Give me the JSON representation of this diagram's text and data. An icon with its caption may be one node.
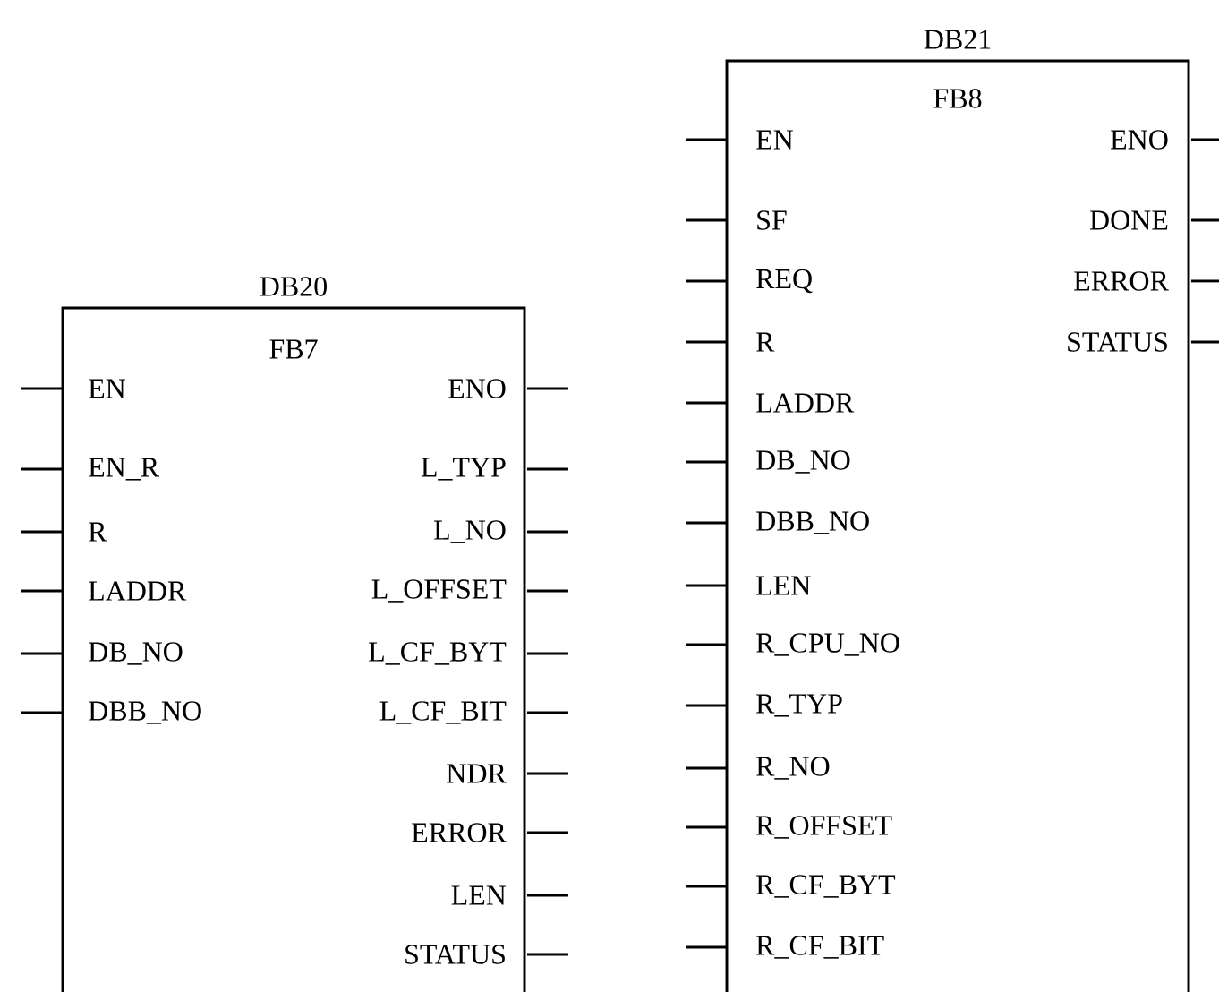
{
  "diagram": {
    "nodes": [
      {
        "text": [
          "DB20",
          "FB7"
        ]
      },
      {
        "text": [
          "EN"
        ],
        "in": 0
      },
      {
        "text": [
          "ENO"
        ],
        "in": 0
      },
      {
        "text": [
          "EN_R"
        ],
        "in": 0
      },
      {
        "text": [
          "L_TYP"
        ],
        "in": 0
      },
      {
        "text": [
          "R"
        ],
        "in": 0
      },
      {
        "text": [
          "L_NO"
        ],
        "in": 0
      },
      {
        "text": [
          "LADDR"
        ],
        "in": 0
      },
      {
        "text": [
          "L_OFFSET"
        ],
        "in": 0
      },
      {
        "text": [
          "DB_NO"
        ],
        "in": 0
      },
      {
        "text": [
          "L_CF_BYT"
        ],
        "in": 0
      },
      {
        "text": [
          "DBB_NO"
        ],
        "in": 0
      },
      {
        "text": [
          "L_CF_BIT"
        ],
        "in": 0
      },
      {
        "text": [
          "NDR"
        ],
        "in": 0
      },
      {
        "text": [
          "ERROR"
        ],
        "in": 0
      },
      {
        "text": [
          "LEN"
        ],
        "in": 0
      },
      {
        "text": [
          "STATUS"
        ],
        "in": 0
      },
      {
        "text": [
          "DB21",
          "FB8"
        ]
      },
      {
        "text": [
          "EN"
        ],
        "in": 17
      },
      {
        "text": [
          "ENO"
        ],
        "in": 17
      },
      {
        "text": [
          "SF"
        ],
        "in": 17
      },
      {
        "text": [
          "DONE"
        ],
        "in": 17
      },
      {
        "text": [
          "REQ"
        ],
        "in": 17
      },
      {
        "text": [
          "ERROR"
        ],
        "in": 17
      },
      {
        "text": [
          "R"
        ],
        "in": 17
      },
      {
        "text": [
          "STATUS"
        ],
        "in": 17
      },
      {
        "text": [
          "LADDR"
        ],
        "in": 17
      },
      {
        "text": [
          "DB_NO"
        ],
        "in": 17
      },
      {
        "text": [
          "DBB_NO"
        ],
        "in": 17
      },
      {
        "text": [
          "LEN"
        ],
        "in": 17
      },
      {
        "text": [
          "R_CPU_NO"
        ],
        "in": 17
      },
      {
        "text": [
          "R_TYP"
        ],
        "in": 17
      },
      {
        "text": [
          "R_NO"
        ],
        "in": 17
      },
      {
        "text": [
          "R_OFFSET"
        ],
        "in": 17
      },
      {
        "text": [
          "R_CF_BYT"
        ],
        "in": 17
      },
      {
        "text": [
          "R_CF_BIT"
        ],
        "in": 17
      }
    ],
    "edges": [
      {
        "from": null,
        "to": 1,
        "arrow": "none"
      },
      {
        "from": 2,
        "to": null,
        "arrow": "none"
      },
      {
        "from": null,
        "to": 3,
        "arrow": "none"
      },
      {
        "from": 4,
        "to": null,
        "arrow": "none"
      },
      {
        "from": null,
        "to": 5,
        "arrow": "none"
      },
      {
        "from": 6,
        "to": null,
        "arrow": "none"
      },
      {
        "from": null,
        "to": 7,
        "arrow": "none"
      },
      {
        "from": 8,
        "to": null,
        "arrow": "none"
      },
      {
        "from": null,
        "to": 9,
        "arrow": "none"
      },
      {
        "from": 10,
        "to": null,
        "arrow": "none"
      },
      {
        "from": null,
        "to": 11,
        "arrow": "none"
      },
      {
        "from": 12,
        "to": null,
        "arrow": "none"
      },
      {
        "from": 13,
        "to": null,
        "arrow": "none"
      },
      {
        "from": 14,
        "to": null,
        "arrow": "none"
      },
      {
        "from": 15,
        "to": null,
        "arrow": "none"
      },
      {
        "from": 16,
        "to": null,
        "arrow": "none"
      },
      {
        "from": null,
        "to": 18,
        "arrow": "none"
      },
      {
        "from": 19,
        "to": null,
        "arrow": "none"
      },
      {
        "from": null,
        "to": 20,
        "arrow": "none"
      },
      {
        "from": 21,
        "to": null,
        "arrow": "none"
      },
      {
        "from": null,
        "to": 22,
        "arrow": "none"
      },
      {
        "from": 23,
        "to": null,
        "arrow": "none"
      },
      {
        "from": null,
        "to": 24,
        "arrow": "none"
      },
      {
        "from": 25,
        "to": null,
        "arrow": "none"
      },
      {
        "from": null,
        "to": 26,
        "arrow": "none"
      },
      {
        "from": null,
        "to": 27,
        "arrow": "none"
      },
      {
        "from": null,
        "to": 28,
        "arrow": "none"
      },
      {
        "from": null,
        "to": 29,
        "arrow": "none"
      },
      {
        "from": null,
        "to": 30,
        "arrow": "none"
      },
      {
        "from": null,
        "to": 31,
        "arrow": "none"
      },
      {
        "from": null,
        "to": 32,
        "arrow": "none"
      },
      {
        "from": null,
        "to": 33,
        "arrow": "none"
      },
      {
        "from": null,
        "to": 34,
        "arrow": "none"
      },
      {
        "from": null,
        "to": 35,
        "arrow": "none"
      }
    ]
  }
}
